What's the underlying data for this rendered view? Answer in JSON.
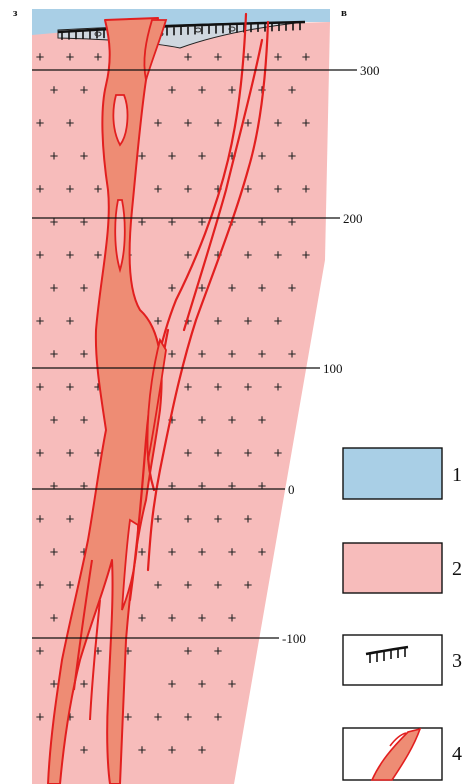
{
  "corners": {
    "west": "з",
    "east": "в"
  },
  "levels": [
    {
      "label": "300"
    },
    {
      "label": "200"
    },
    {
      "label": "100"
    },
    {
      "label": "0"
    },
    {
      "label": "-100"
    }
  ],
  "legend": [
    {
      "number": "1",
      "swatch": "water",
      "color": "#a9cfe6"
    },
    {
      "number": "2",
      "swatch": "host-rock",
      "color": "#f7bcbb"
    },
    {
      "number": "3",
      "swatch": "weathering-crust-symbol"
    },
    {
      "number": "4",
      "swatch": "dike-symbol",
      "color": "#ee8c74"
    }
  ],
  "colors": {
    "water": "#a9cfe6",
    "host_rock": "#f7bcbb",
    "dike_fill": "#ee8c74",
    "dike_outline": "#e21f1f"
  }
}
